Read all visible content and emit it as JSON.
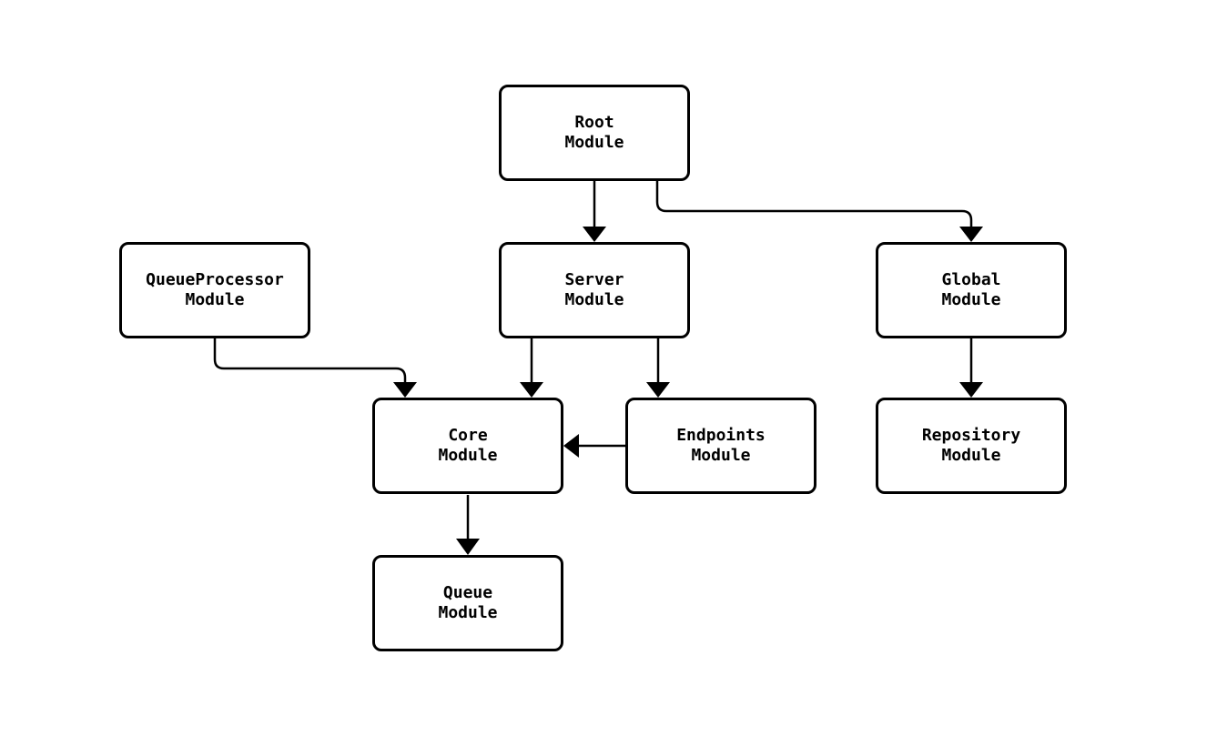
{
  "diagram": {
    "type": "module-dependency-flowchart",
    "background_color": "#ffffff",
    "node_fill_color": "#ffffff",
    "line_color": "#000000",
    "text_color": "#000000",
    "nodes": {
      "root": {
        "label": "Root\nModule"
      },
      "queueprocessor": {
        "label": "QueueProcessor\nModule"
      },
      "server": {
        "label": "Server\nModule"
      },
      "global": {
        "label": "Global\nModule"
      },
      "core": {
        "label": "Core\nModule"
      },
      "endpoints": {
        "label": "Endpoints\nModule"
      },
      "repository": {
        "label": "Repository\nModule"
      },
      "queue": {
        "label": "Queue\nModule"
      }
    },
    "edges": [
      {
        "from": "root",
        "to": "server"
      },
      {
        "from": "root",
        "to": "global"
      },
      {
        "from": "queueprocessor",
        "to": "core"
      },
      {
        "from": "server",
        "to": "core"
      },
      {
        "from": "server",
        "to": "endpoints"
      },
      {
        "from": "endpoints",
        "to": "core"
      },
      {
        "from": "global",
        "to": "repository"
      },
      {
        "from": "core",
        "to": "queue"
      }
    ]
  }
}
